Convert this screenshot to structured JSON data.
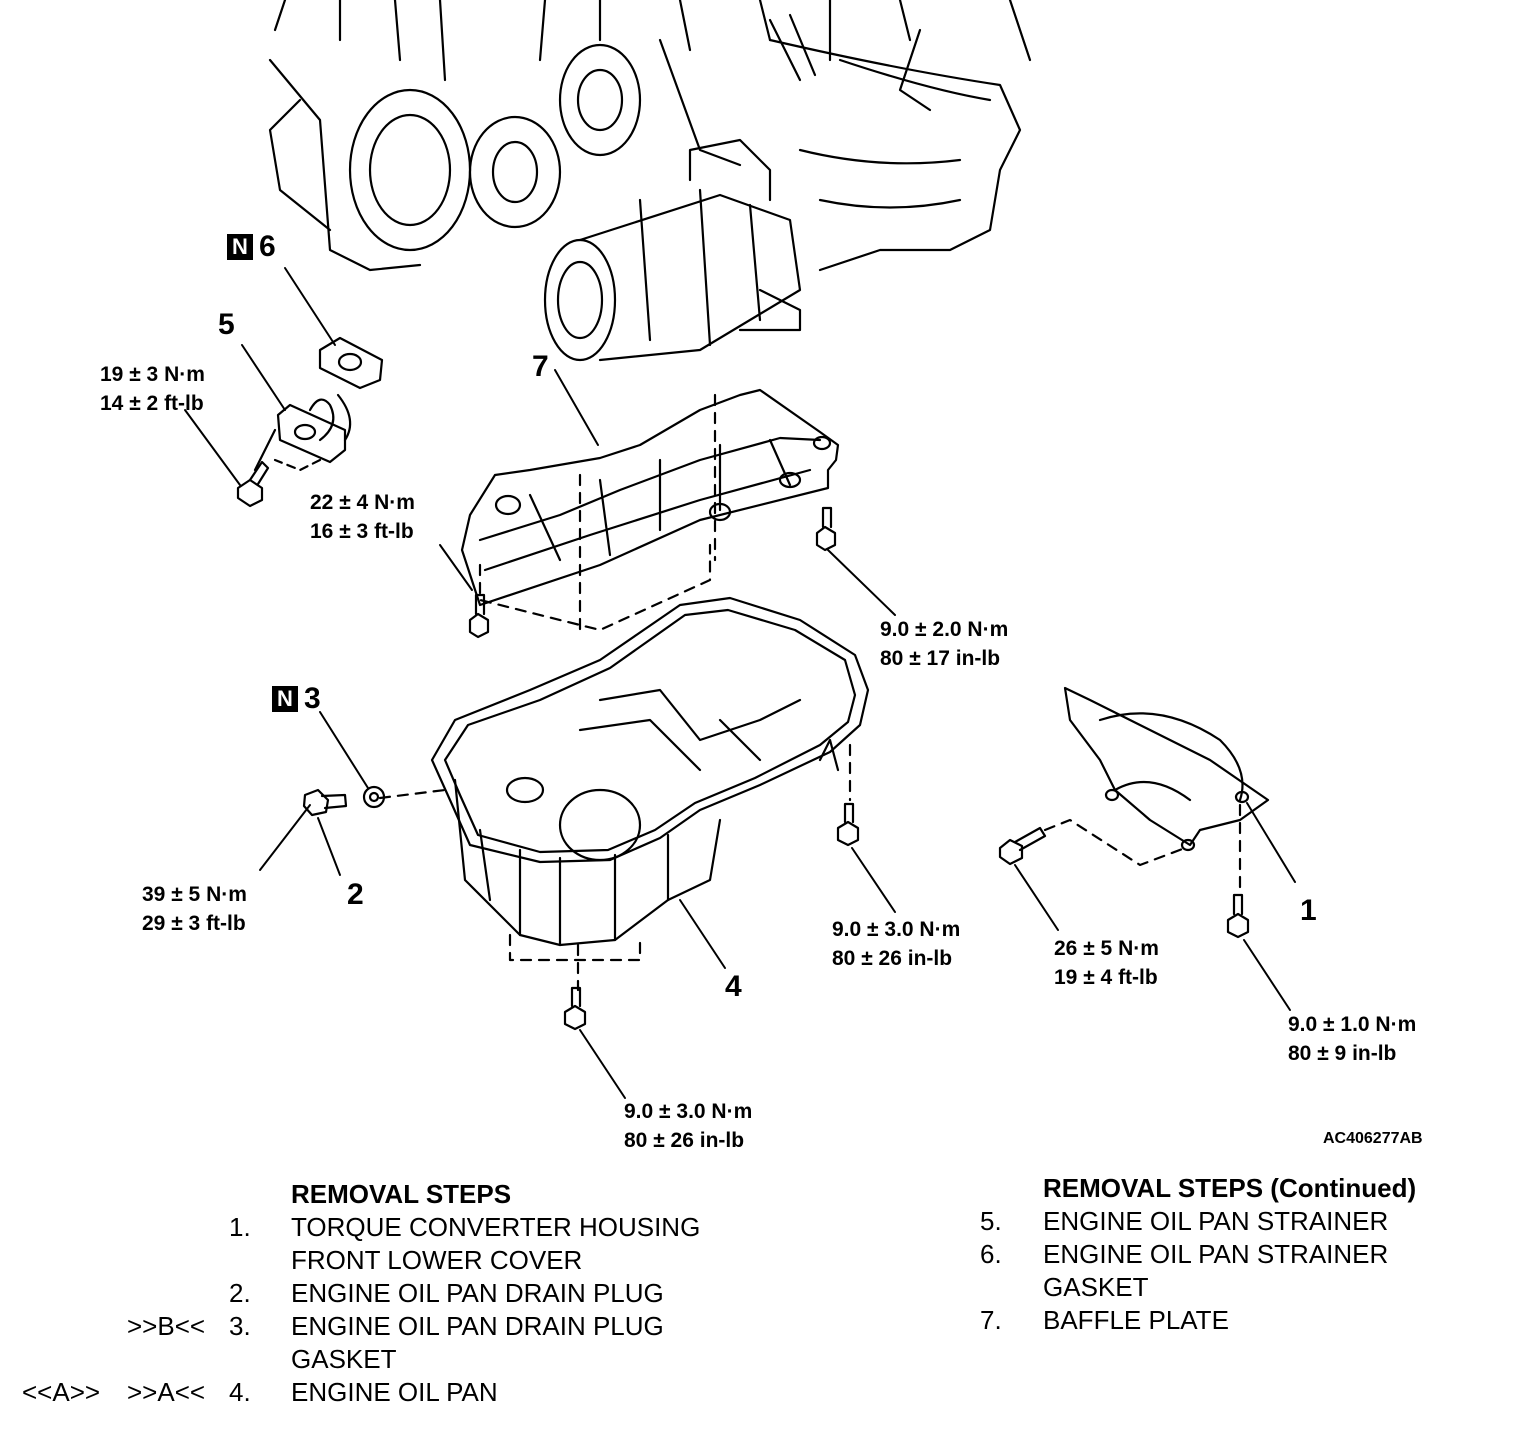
{
  "callouts": {
    "c1": "1",
    "c2": "2",
    "c3": "3",
    "c4": "4",
    "c5": "5",
    "c6": "6",
    "c7": "7",
    "new_part_badge": "N"
  },
  "torques": {
    "t_strainer": [
      "19 ± 3 N·m",
      "14 ± 2 ft-lb"
    ],
    "t_baffle_left": [
      "22 ± 4 N·m",
      "16 ± 3 ft-lb"
    ],
    "t_baffle_right": [
      "9.0 ± 2.0 N·m",
      "80 ± 17 in-lb"
    ],
    "t_drain": [
      "39 ± 5 N·m",
      "29 ± 3 ft-lb"
    ],
    "t_pan_right": [
      "9.0 ± 3.0 N·m",
      "80 ± 26 in-lb"
    ],
    "t_pan_bottom": [
      "9.0 ± 3.0 N·m",
      "80 ± 26 in-lb"
    ],
    "t_cover_side": [
      "26 ± 5 N·m",
      "19 ± 4 ft-lb"
    ],
    "t_cover_bottom": [
      "9.0 ± 1.0 N·m",
      "80 ± 9 in-lb"
    ]
  },
  "figure_code": "AC406277AB",
  "steps_left": {
    "heading": "REMOVAL STEPS",
    "items": [
      {
        "n": "1.",
        "lines": [
          "TORQUE CONVERTER HOUSING",
          "FRONT LOWER COVER"
        ],
        "mark_install": "",
        "mark_removal": ""
      },
      {
        "n": "2.",
        "lines": [
          "ENGINE OIL PAN DRAIN PLUG"
        ],
        "mark_install": "",
        "mark_removal": ""
      },
      {
        "n": "3.",
        "lines": [
          "ENGINE OIL PAN DRAIN PLUG",
          "GASKET"
        ],
        "mark_install": ">>B<<",
        "mark_removal": ""
      },
      {
        "n": "4.",
        "lines": [
          "ENGINE OIL PAN"
        ],
        "mark_install": ">>A<<",
        "mark_removal": "<<A>>"
      }
    ]
  },
  "steps_right": {
    "heading": "REMOVAL STEPS (Continued)",
    "items": [
      {
        "n": "5.",
        "lines": [
          "ENGINE OIL PAN STRAINER"
        ]
      },
      {
        "n": "6.",
        "lines": [
          "ENGINE OIL PAN STRAINER",
          "GASKET"
        ]
      },
      {
        "n": "7.",
        "lines": [
          "BAFFLE PLATE"
        ]
      }
    ]
  }
}
